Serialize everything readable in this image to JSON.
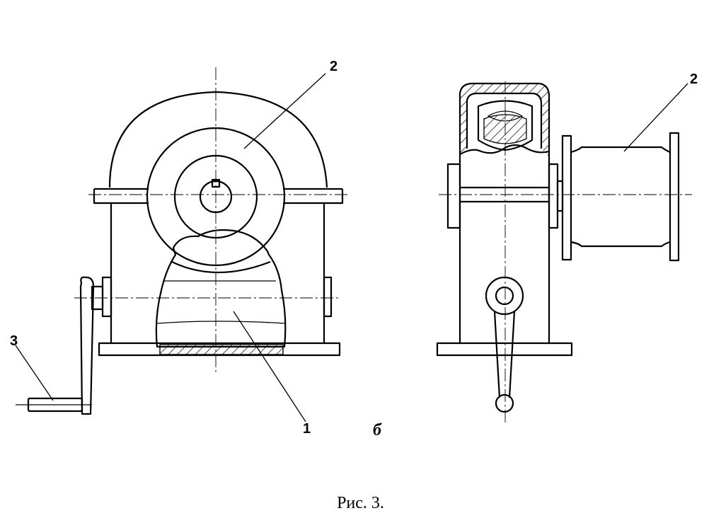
{
  "figure": {
    "caption": "Рис. 3.",
    "view_letter": "б",
    "labels": {
      "front_shaft": "2",
      "side_drum": "2",
      "handle": "3",
      "housing": "1"
    },
    "colors": {
      "ink": "#000000",
      "paper": "#ffffff"
    }
  }
}
